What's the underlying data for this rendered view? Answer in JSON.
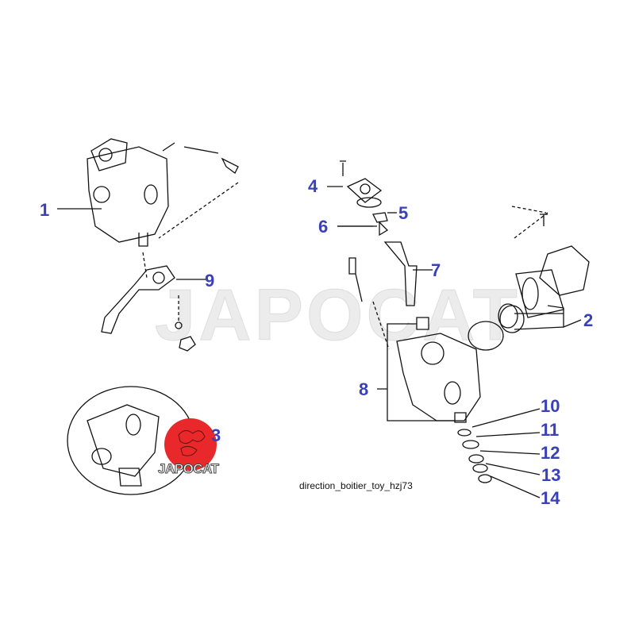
{
  "diagram": {
    "caption": "direction_boitier_toy_hzj73",
    "watermark": "JAPOCAT",
    "logo_text": "JAPOCAT",
    "label_color": "#3a40b8",
    "logo_color": "#e8282a",
    "callouts": [
      "1",
      "2",
      "3",
      "4",
      "5",
      "6",
      "7",
      "8",
      "9",
      "10",
      "11",
      "12",
      "13",
      "14"
    ]
  }
}
